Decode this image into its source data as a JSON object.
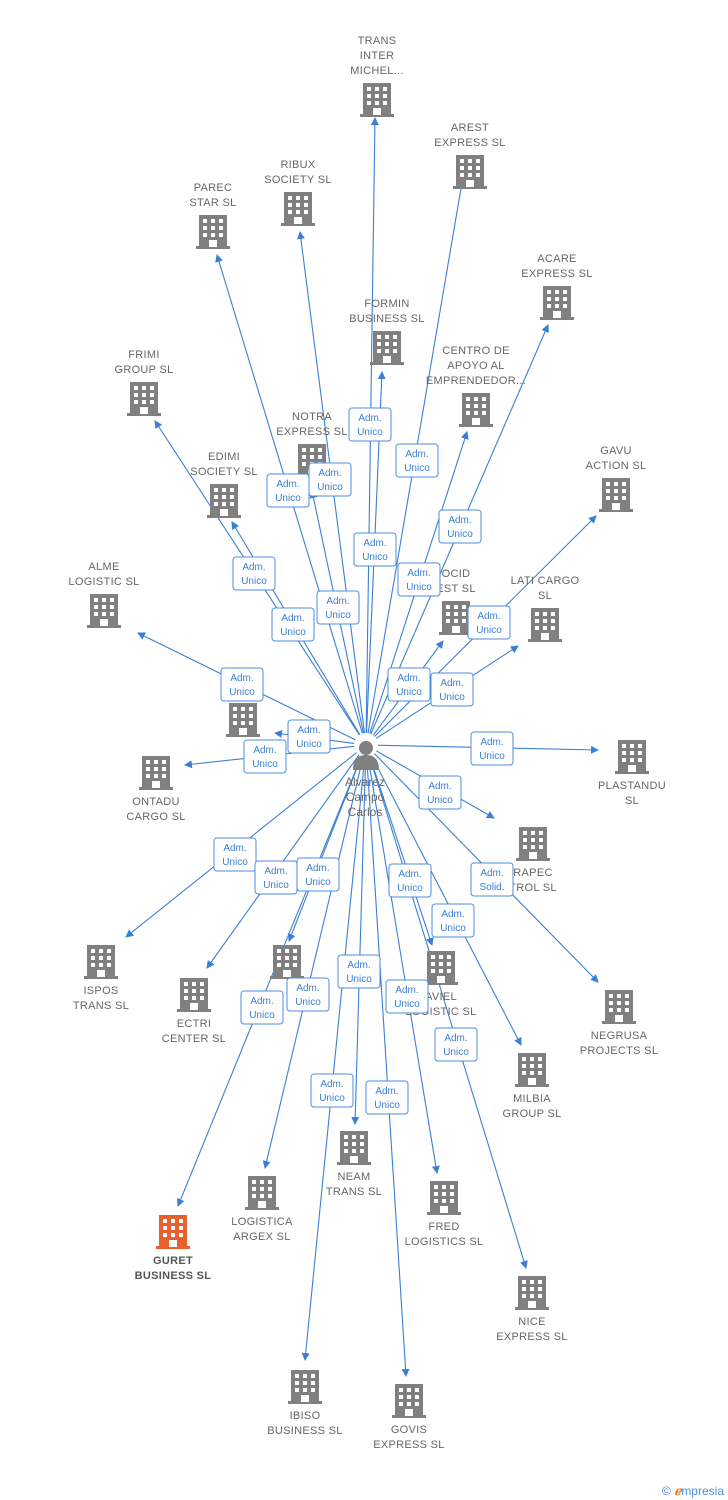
{
  "colors": {
    "edge": "#3a7fd5",
    "node": "#808080",
    "highlight": "#e8602c",
    "role_text": "#3a7fd5"
  },
  "center": {
    "name": [
      "Alvarez",
      "Campo",
      "Carlos"
    ],
    "icon": "person-icon"
  },
  "companies": [
    {
      "id": "trans-inter",
      "label": [
        "TRANS",
        "INTER",
        "MICHEL..."
      ]
    },
    {
      "id": "arest",
      "label": [
        "AREST",
        "EXPRESS  SL"
      ]
    },
    {
      "id": "ribux",
      "label": [
        "RIBUX",
        "SOCIETY  SL"
      ]
    },
    {
      "id": "parec",
      "label": [
        "PAREC",
        "STAR  SL"
      ]
    },
    {
      "id": "acare",
      "label": [
        "ACARE",
        "EXPRESS  SL"
      ]
    },
    {
      "id": "formin",
      "label": [
        "FORMIN",
        "BUSINESS  SL"
      ]
    },
    {
      "id": "centro",
      "label": [
        "CENTRO DE",
        "APOYO AL",
        "EMPRENDEDOR..."
      ]
    },
    {
      "id": "frimi",
      "label": [
        "FRIMI",
        "GROUP  SL"
      ]
    },
    {
      "id": "notra",
      "label": [
        "NOTRA",
        "EXPRESS  SL"
      ]
    },
    {
      "id": "edimi",
      "label": [
        "EDIMI",
        "SOCIETY  SL"
      ]
    },
    {
      "id": "gavu",
      "label": [
        "GAVU",
        "ACTION  SL"
      ]
    },
    {
      "id": "alme",
      "label": [
        "ALME",
        "LOGISTIC  SL"
      ]
    },
    {
      "id": "ocid",
      "label": [
        "OCID",
        "EST  SL"
      ]
    },
    {
      "id": "lati",
      "label": [
        "LATI CARGO",
        "SL"
      ]
    },
    {
      "id": "fe",
      "label": [
        "FE",
        "AR"
      ]
    },
    {
      "id": "ontadu",
      "label": [
        "ONTADU",
        "CARGO  SL"
      ]
    },
    {
      "id": "plastandu",
      "label": [
        "PLASTANDU",
        "SL"
      ]
    },
    {
      "id": "rapec",
      "label": [
        "RAPEC",
        "TROL  SL"
      ]
    },
    {
      "id": "ispos",
      "label": [
        "ISPOS",
        "TRANS  SL"
      ]
    },
    {
      "id": "ectri",
      "label": [
        "ECTRI",
        "CENTER  SL"
      ]
    },
    {
      "id": "unnamed",
      "label": []
    },
    {
      "id": "aviel",
      "label": [
        "AVIEL",
        "LOGISTIC  SL"
      ]
    },
    {
      "id": "negrusa",
      "label": [
        "NEGRUSA",
        "PROJECTS  SL"
      ]
    },
    {
      "id": "milbia",
      "label": [
        "MILBIA",
        "GROUP  SL"
      ]
    },
    {
      "id": "neam",
      "label": [
        "NEAM",
        "TRANS  SL"
      ]
    },
    {
      "id": "logistica",
      "label": [
        "LOGISTICA",
        "ARGEX  SL"
      ]
    },
    {
      "id": "fred",
      "label": [
        "FRED",
        "LOGISTICS  SL"
      ]
    },
    {
      "id": "guret",
      "label": [
        "GURET",
        "BUSINESS  SL"
      ],
      "highlight": true
    },
    {
      "id": "nice",
      "label": [
        "NICE",
        "EXPRESS  SL"
      ]
    },
    {
      "id": "ibiso",
      "label": [
        "IBISO",
        "BUSINESS  SL"
      ]
    },
    {
      "id": "govis",
      "label": [
        "GOVIS",
        "EXPRESS  SL"
      ]
    }
  ],
  "roles": [
    {
      "target": "trans-inter",
      "text": [
        "Adm.",
        "Unico"
      ]
    },
    {
      "target": "arest",
      "text": [
        "Adm.",
        "Unico"
      ]
    },
    {
      "target": "ribux",
      "text": [
        "Adm.",
        "Unico"
      ]
    },
    {
      "target": "parec",
      "text": [
        "Adm.",
        "Unico"
      ]
    },
    {
      "target": "acare",
      "text": [
        "Adm.",
        "Unico"
      ]
    },
    {
      "target": "formin",
      "text": [
        "Adm.",
        "Unico"
      ]
    },
    {
      "target": "centro",
      "text": [
        "Adm.",
        "Unico"
      ]
    },
    {
      "target": "frimi",
      "text": [
        "Adm.",
        "Unico"
      ]
    },
    {
      "target": "notra",
      "text": [
        "Adm.",
        "Unico"
      ]
    },
    {
      "target": "edimi",
      "text": [
        "Adm.",
        "Unico"
      ]
    },
    {
      "target": "gavu",
      "text": [
        "Adm.",
        "Unico"
      ]
    },
    {
      "target": "alme",
      "text": [
        "Adm.",
        "Unico"
      ]
    },
    {
      "target": "ocid",
      "text": [
        "Adm.",
        "Unico"
      ]
    },
    {
      "target": "lati",
      "text": [
        "Adm.",
        "Unico"
      ]
    },
    {
      "target": "fe",
      "text": [
        "Adm.",
        "Unico"
      ]
    },
    {
      "target": "ontadu",
      "text": [
        "Adm.",
        "Unico"
      ]
    },
    {
      "target": "plastandu",
      "text": [
        "Adm.",
        "Unico"
      ]
    },
    {
      "target": "rapec",
      "text": [
        "Adm.",
        "Unico"
      ]
    },
    {
      "target": "negrusa",
      "text": [
        "Adm.",
        "Solid."
      ]
    },
    {
      "target": "ispos",
      "text": [
        "Adm.",
        "Unico"
      ]
    },
    {
      "target": "ectri",
      "text": [
        "Adm.",
        "Unico"
      ]
    },
    {
      "target": "unnamed",
      "text": [
        "Adm.",
        "Unico"
      ]
    },
    {
      "target": "aviel",
      "text": [
        "Adm.",
        "Unico"
      ]
    },
    {
      "target": "milbia",
      "text": [
        "Adm.",
        "Unico"
      ]
    },
    {
      "target": "neam",
      "text": [
        "Adm.",
        "Unico"
      ]
    },
    {
      "target": "logistica",
      "text": [
        "Adm.",
        "Unico"
      ]
    },
    {
      "target": "fred",
      "text": [
        "Adm.",
        "Unico"
      ]
    },
    {
      "target": "guret",
      "text": [
        "Adm.",
        "Unico"
      ]
    },
    {
      "target": "nice",
      "text": [
        "Adm.",
        "Unico"
      ]
    },
    {
      "target": "ibiso",
      "text": [
        "Adm.",
        "Unico"
      ]
    },
    {
      "target": "govis",
      "text": [
        "Adm.",
        "Unico"
      ]
    }
  ],
  "footer": {
    "copyright": "©",
    "brand_initial": "ℯ",
    "brand_rest": "mpresia"
  }
}
